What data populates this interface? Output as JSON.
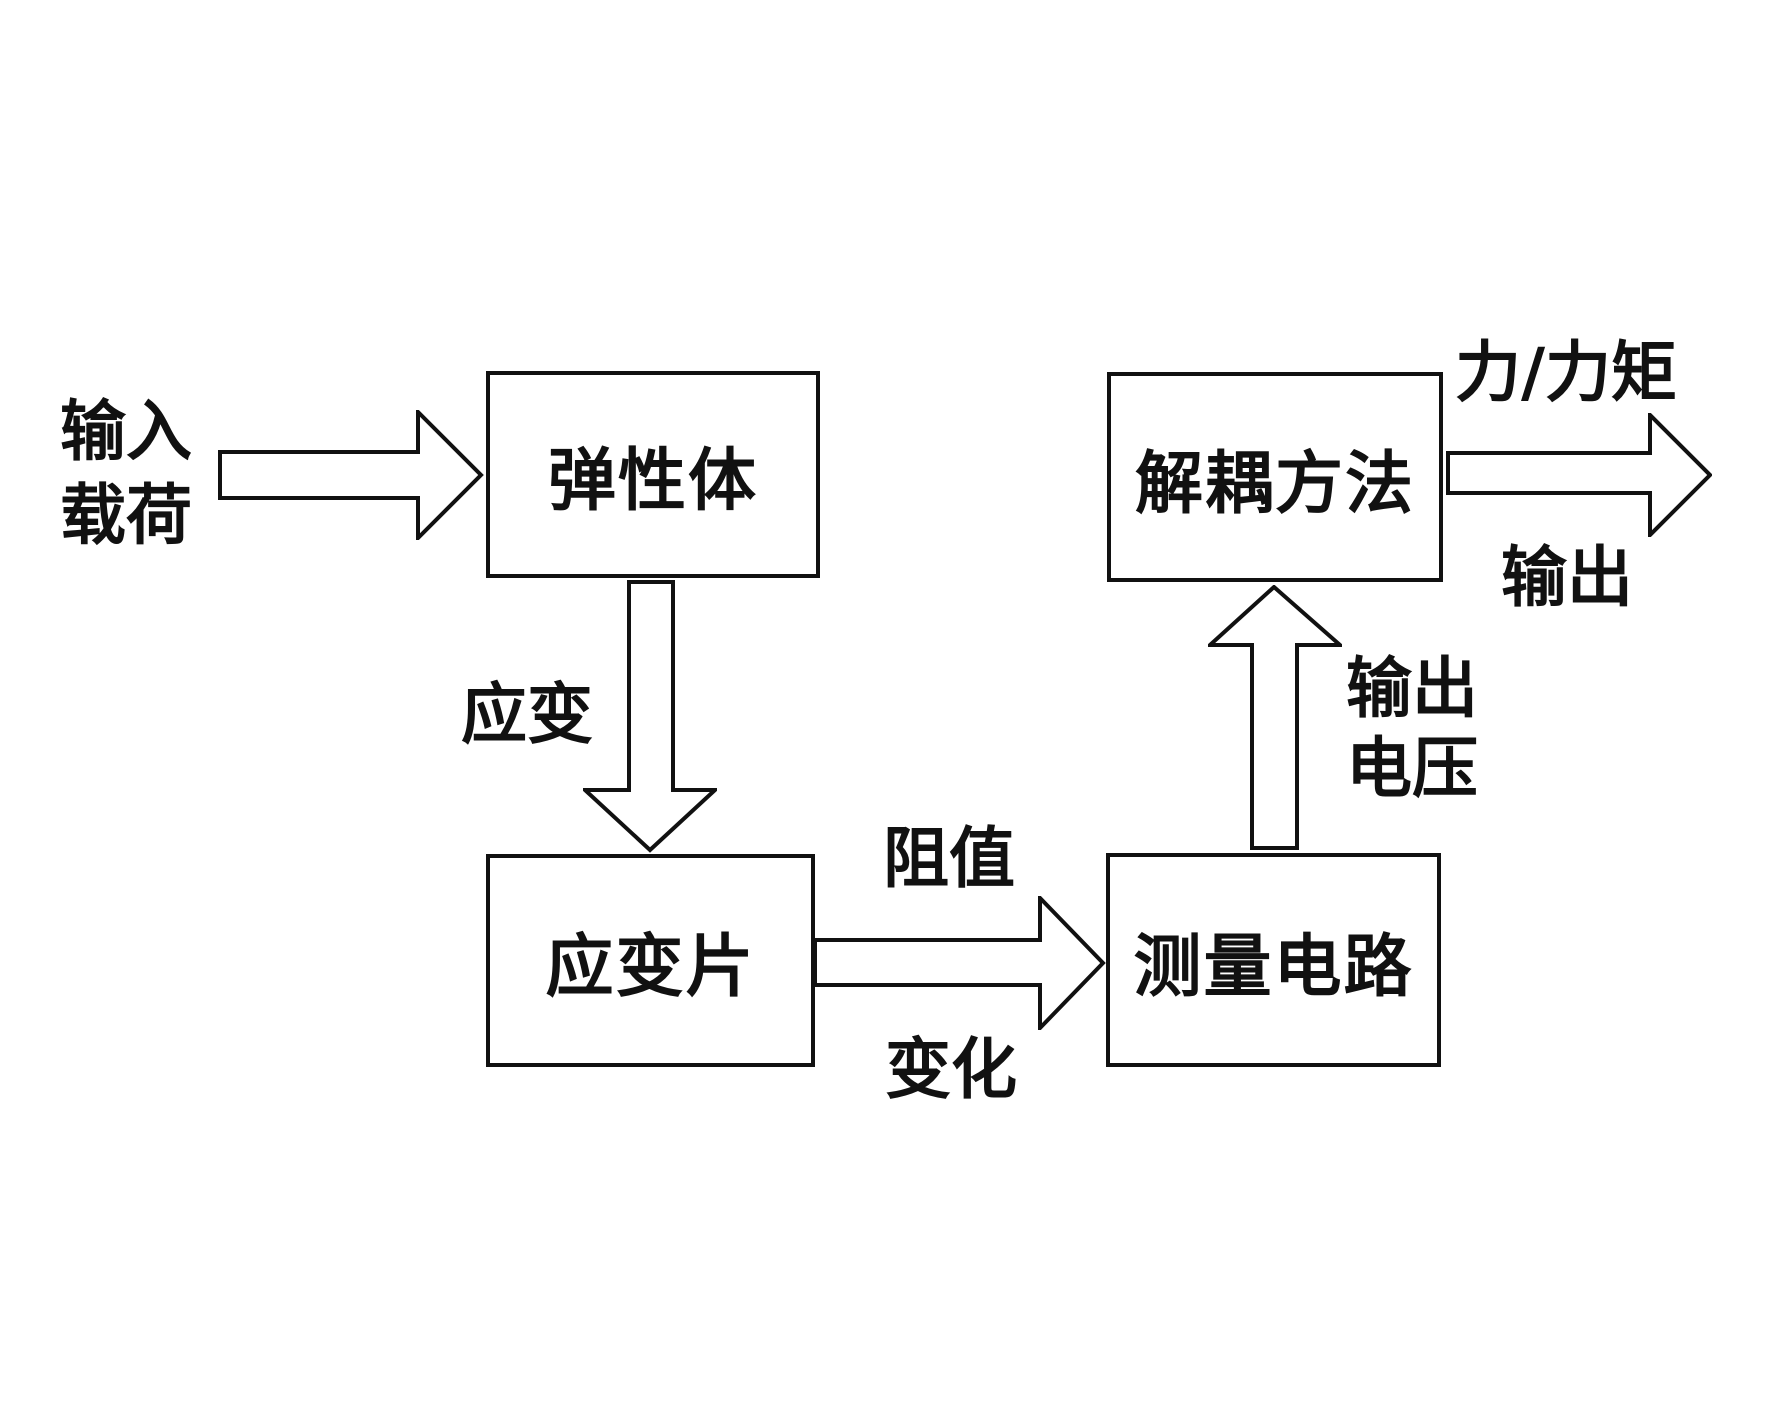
{
  "diagram": {
    "background": "#ffffff",
    "line_color": "#111111",
    "nodes": [
      {
        "id": "elastic-body",
        "label": "弹性体"
      },
      {
        "id": "strain-gauge",
        "label": "应变片"
      },
      {
        "id": "measurement-circuit",
        "label": "测量电路"
      },
      {
        "id": "decoupling-method",
        "label": "解耦方法"
      }
    ],
    "labels": {
      "input_load": [
        "输入",
        "载荷"
      ],
      "strain": "应变",
      "resistance_value": "阻值",
      "resistance_change": "变化",
      "output_voltage": [
        "输出",
        "电压"
      ],
      "force_torque": "力/力矩",
      "output": "输出"
    },
    "arrows": [
      {
        "id": "input-arrow",
        "direction": "right",
        "from": "input-load",
        "to": "elastic-body"
      },
      {
        "id": "strain-arrow",
        "direction": "down",
        "from": "elastic-body",
        "to": "strain-gauge"
      },
      {
        "id": "resistance-arrow",
        "direction": "right",
        "from": "strain-gauge",
        "to": "measurement-circuit"
      },
      {
        "id": "voltage-arrow",
        "direction": "up",
        "from": "measurement-circuit",
        "to": "decoupling-method"
      },
      {
        "id": "output-arrow",
        "direction": "right",
        "from": "decoupling-method",
        "to": "output"
      }
    ]
  }
}
